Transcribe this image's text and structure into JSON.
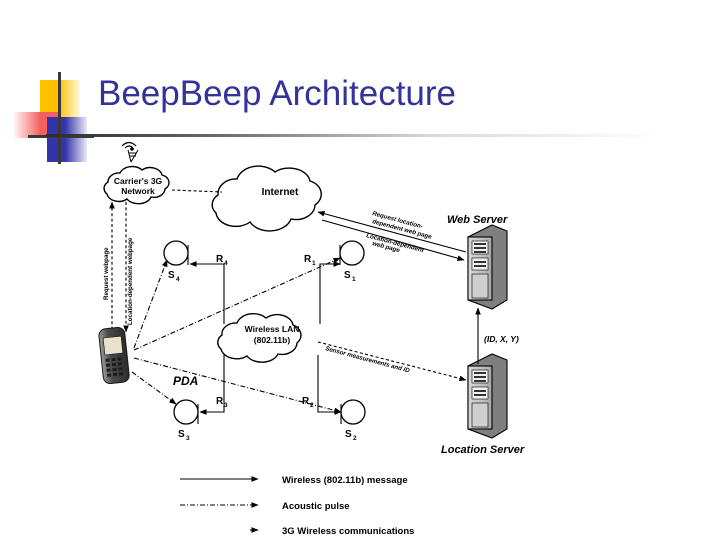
{
  "slide": {
    "title": "BeepBeep Architecture",
    "title_color": "#333399",
    "background_color": "#ffffff",
    "logo": {
      "name": "powerpoint-squares-logo",
      "colors": [
        "#FFC000",
        "#F4605F",
        "#3333AA",
        "#3a3a3a"
      ]
    }
  },
  "diagram": {
    "type": "network-architecture",
    "clouds": [
      {
        "id": "carrier3g",
        "label_line1": "Carrier's 3G",
        "label_line2": "Network"
      },
      {
        "id": "internet",
        "label_line1": "Internet",
        "label_line2": ""
      },
      {
        "id": "wlan",
        "label_line1": "Wireless LAN",
        "label_line2": "(802.11b)"
      }
    ],
    "devices": [
      {
        "id": "pda",
        "label": "PDA",
        "kind": "handheld-device"
      },
      {
        "id": "web-server",
        "label": "Web Server",
        "kind": "server-tower"
      },
      {
        "id": "location-server",
        "label": "Location Server",
        "kind": "server-tower"
      },
      {
        "id": "cell-tower",
        "label": "",
        "kind": "antenna-tower"
      }
    ],
    "sensors": [
      {
        "id": "s1",
        "label": "S",
        "sub": "1"
      },
      {
        "id": "s2",
        "label": "S",
        "sub": "2"
      },
      {
        "id": "s3",
        "label": "S",
        "sub": "3"
      },
      {
        "id": "s4",
        "label": "S",
        "sub": "4"
      }
    ],
    "routers": [
      {
        "id": "r1",
        "label": "R",
        "sub": "1"
      },
      {
        "id": "r2",
        "label": "R",
        "sub": "2"
      },
      {
        "id": "r3",
        "label": "R",
        "sub": "3"
      },
      {
        "id": "r4",
        "label": "R",
        "sub": "4"
      }
    ],
    "edge_labels": [
      {
        "id": "request-webpage",
        "text": "Request webpage"
      },
      {
        "id": "location-dependent-webpage",
        "text": "Location-dependent webpage"
      },
      {
        "id": "request-location-dependent-web-page-1",
        "text": "Request location-"
      },
      {
        "id": "request-location-dependent-web-page-2",
        "text": "dependent web page"
      },
      {
        "id": "location-dependent-web-page-1",
        "text": "Location-dependent"
      },
      {
        "id": "location-dependent-web-page-2",
        "text": "web page"
      },
      {
        "id": "sensor-measurements-and-id",
        "text": "Sensor measurements and ID"
      },
      {
        "id": "id-x-y",
        "text": "(ID, X, Y)"
      }
    ]
  },
  "legend": {
    "items": [
      {
        "id": "wireless-802-11b-message",
        "label": "Wireless (802.11b) message",
        "line_style": "solid"
      },
      {
        "id": "acoustic-pulse",
        "label": "Acoustic pulse",
        "line_style": "dash-dot"
      },
      {
        "id": "3g-wireless-communications",
        "label": "3G Wireless communications",
        "line_style": "arrow-only"
      }
    ]
  }
}
